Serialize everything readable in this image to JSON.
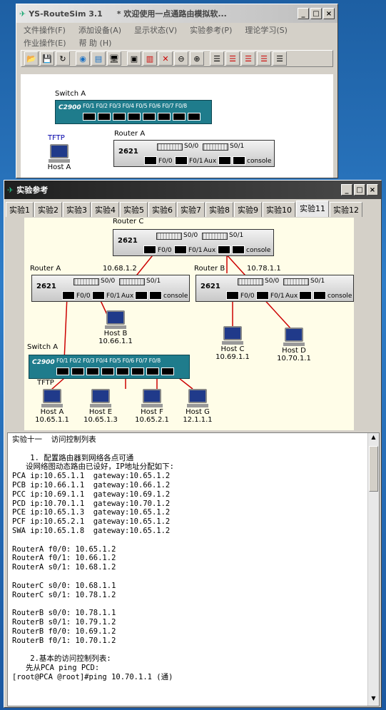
{
  "main_window": {
    "title": "YS-RouteSim 3.1",
    "subtitle": "* 欢迎使用一点通路由模拟软...",
    "menu": [
      "文件操作(F)",
      "添加设备(A)",
      "显示状态(V)",
      "实验参考(P)",
      "理论学习(S)",
      "作业操作(E)",
      "帮 助 (H)"
    ],
    "switch": {
      "label": "Switch A",
      "model": "C2900",
      "ports": "F0/1 F0/2 F0/3 F0/4 F0/5 F0/6 F0/7 F0/8"
    },
    "router": {
      "label": "Router A",
      "model": "2621",
      "s0": "S0/0",
      "s1": "S0/1",
      "f0": "F0/0",
      "f1": "F0/1",
      "aux": "Aux",
      "console": "console"
    },
    "tftp": "TFTP",
    "host": "Host A"
  },
  "lab_window": {
    "title": "实验参考",
    "tabs": [
      "实验1",
      "实验2",
      "实验3",
      "实验4",
      "实验5",
      "实验6",
      "实验7",
      "实验8",
      "实验9",
      "实验10",
      "实验11",
      "实验12"
    ],
    "active_tab": 10,
    "diagram": {
      "router_c": {
        "label": "Router C",
        "model": "2621",
        "s0": "S0/0",
        "s1": "S0/1",
        "f0": "F0/0",
        "f1": "F0/1",
        "aux": "Aux",
        "console": "console"
      },
      "router_a": {
        "label": "Router A",
        "model": "2621",
        "ip": "10.68.1.2",
        "s0": "S0/0",
        "s1": "S0/1",
        "f0": "F0/0",
        "f1": "F0/1",
        "aux": "Aux",
        "console": "console"
      },
      "router_b": {
        "label": "Router B",
        "model": "2621",
        "ip": "10.78.1.1",
        "s0": "S0/0",
        "s1": "S0/1",
        "f0": "F0/0",
        "f1": "F0/1",
        "aux": "Aux",
        "console": "console"
      },
      "switch_a": {
        "label": "Switch A",
        "model": "C2900",
        "ports": "F0/1 F0/2 F0/3 F0/4 F0/5 F0/6 F0/7 F0/8"
      },
      "tftp": "TFTP",
      "hosts": [
        {
          "name": "Host B",
          "ip": "10.66.1.1"
        },
        {
          "name": "Host C",
          "ip": "10.69.1.1"
        },
        {
          "name": "Host D",
          "ip": "10.70.1.1"
        },
        {
          "name": "Host A",
          "ip": "10.65.1.1"
        },
        {
          "name": "Host E",
          "ip": "10.65.1.3"
        },
        {
          "name": "Host F",
          "ip": "10.65.2.1"
        },
        {
          "name": "Host G",
          "ip": "12.1.1.1"
        }
      ]
    },
    "text": "实验十一  访问控制列表\n\n    1. 配置路由器到网络各点可通\n   设网络图动态路由已设好，IP地址分配如下:\nPCA ip:10.65.1.1  gateway:10.65.1.2\nPCB ip:10.66.1.1  gateway:10.66.1.2\nPCC ip:10.69.1.1  gateway:10.69.1.2\nPCD ip:10.70.1.1  gateway:10.70.1.2\nPCE ip:10.65.1.3  gateway:10.65.1.2\nPCF ip:10.65.2.1  gateway:10.65.1.2\nSWA ip:10.65.1.8  gateway:10.65.1.2\n\nRouterA f0/0: 10.65.1.2\nRouterA f0/1: 10.66.1.2\nRouterA s0/1: 10.68.1.2\n\nRouterC s0/0: 10.68.1.1\nRouterC s0/1: 10.78.1.2\n\nRouterB s0/0: 10.78.1.1\nRouterB s0/1: 10.79.1.2\nRouterB f0/0: 10.69.1.2\nRouterB f0/1: 10.70.1.2\n\n    2.基本的访问控制列表:\n   先从PCA ping PCD:\n[root@PCA @root]#ping 10.70.1.1 (通)"
  }
}
